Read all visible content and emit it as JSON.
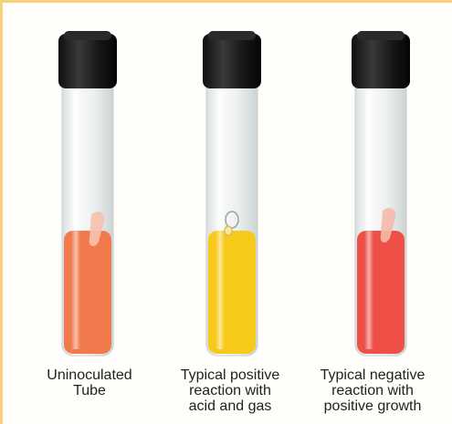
{
  "colors": {
    "frame": "#f4d27a",
    "cap": "#1c1c1c",
    "glass": "#eef1f1",
    "medium_uninoculated": "#f17a4d",
    "medium_positive": "#f7c91a",
    "medium_negative": "#ee4f46"
  },
  "icons": {
    "tube_cap": "screw-cap-icon",
    "tube": "test-tube-icon",
    "bubble": "gas-bubble-icon"
  },
  "tubes": [
    {
      "caption_lines": [
        "Uninoculated",
        "Tube"
      ],
      "medium_color": "#f17a4d",
      "has_gas_bubble": false
    },
    {
      "caption_lines": [
        "Typical positive",
        "reaction with",
        "acid and gas"
      ],
      "medium_color": "#f7c91a",
      "has_gas_bubble": true
    },
    {
      "caption_lines": [
        "Typical negative",
        "reaction with",
        "positive growth"
      ],
      "medium_color": "#ee4f46",
      "has_gas_bubble": false
    }
  ]
}
